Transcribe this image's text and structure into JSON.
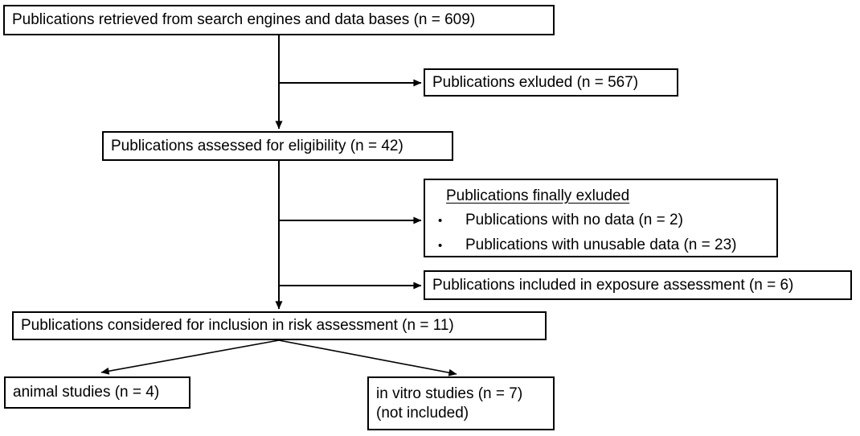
{
  "diagram": {
    "type": "flowchart",
    "colors": {
      "border": "#000000",
      "text": "#000000",
      "background": "#ffffff"
    },
    "nodes": {
      "retrieved": {
        "label": "Publications retrieved from search engines and data bases (n = 609)"
      },
      "excluded": {
        "label": "Publications exluded (n = 567)"
      },
      "assessed": {
        "label": "Publications assessed for eligibility (n = 42)"
      },
      "finally_excluded": {
        "title": "Publications finally exluded",
        "bullet_glyph": "•",
        "bullets": [
          "Publications with no data (n = 2)",
          "Publications with unusable data (n = 23)"
        ]
      },
      "exposure": {
        "label": "Publications included in exposure assessment (n = 6)"
      },
      "risk": {
        "label": "Publications considered for inclusion in risk assessment (n = 11)"
      },
      "animal": {
        "label": "animal studies (n = 4)"
      },
      "invitro": {
        "line1": "in vitro studies (n = 7)",
        "line2": "(not included)"
      }
    }
  }
}
